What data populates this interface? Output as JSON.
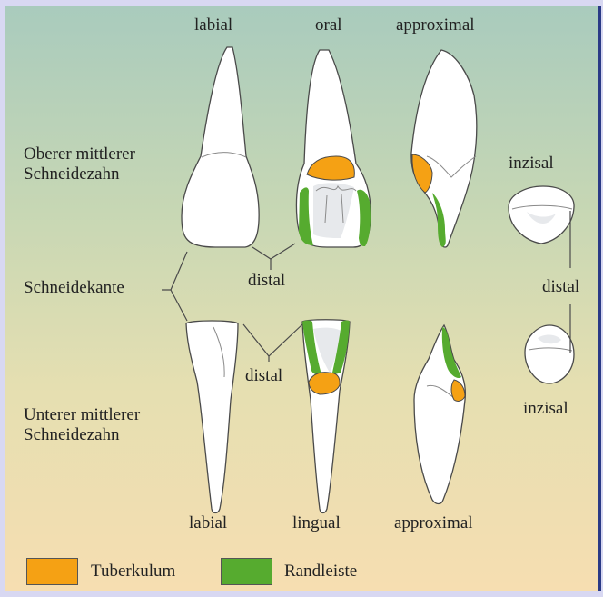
{
  "views_top": {
    "labial": "labial",
    "oral": "oral",
    "approximal": "approximal"
  },
  "upper_tooth": {
    "line1": "Oberer mittlerer",
    "line2": "Schneidezahn",
    "incisal": "inzisal"
  },
  "incisal_edge": "Schneidekante",
  "distal_center_top": "distal",
  "distal_right": "distal",
  "distal_center_bottom": "distal",
  "lower_tooth": {
    "line1": "Unterer mittlerer",
    "line2": "Schneidezahn",
    "incisal": "inzisal"
  },
  "views_bottom": {
    "labial": "labial",
    "lingual": "lingual",
    "approximal": "approximal"
  },
  "legend": [
    {
      "label": "Tuberkulum",
      "color": "#f5a114"
    },
    {
      "label": "Randleiste",
      "color": "#56ab2f"
    }
  ],
  "colors": {
    "tuberculum": "#f5a114",
    "marginal_ridge": "#56ab2f"
  }
}
